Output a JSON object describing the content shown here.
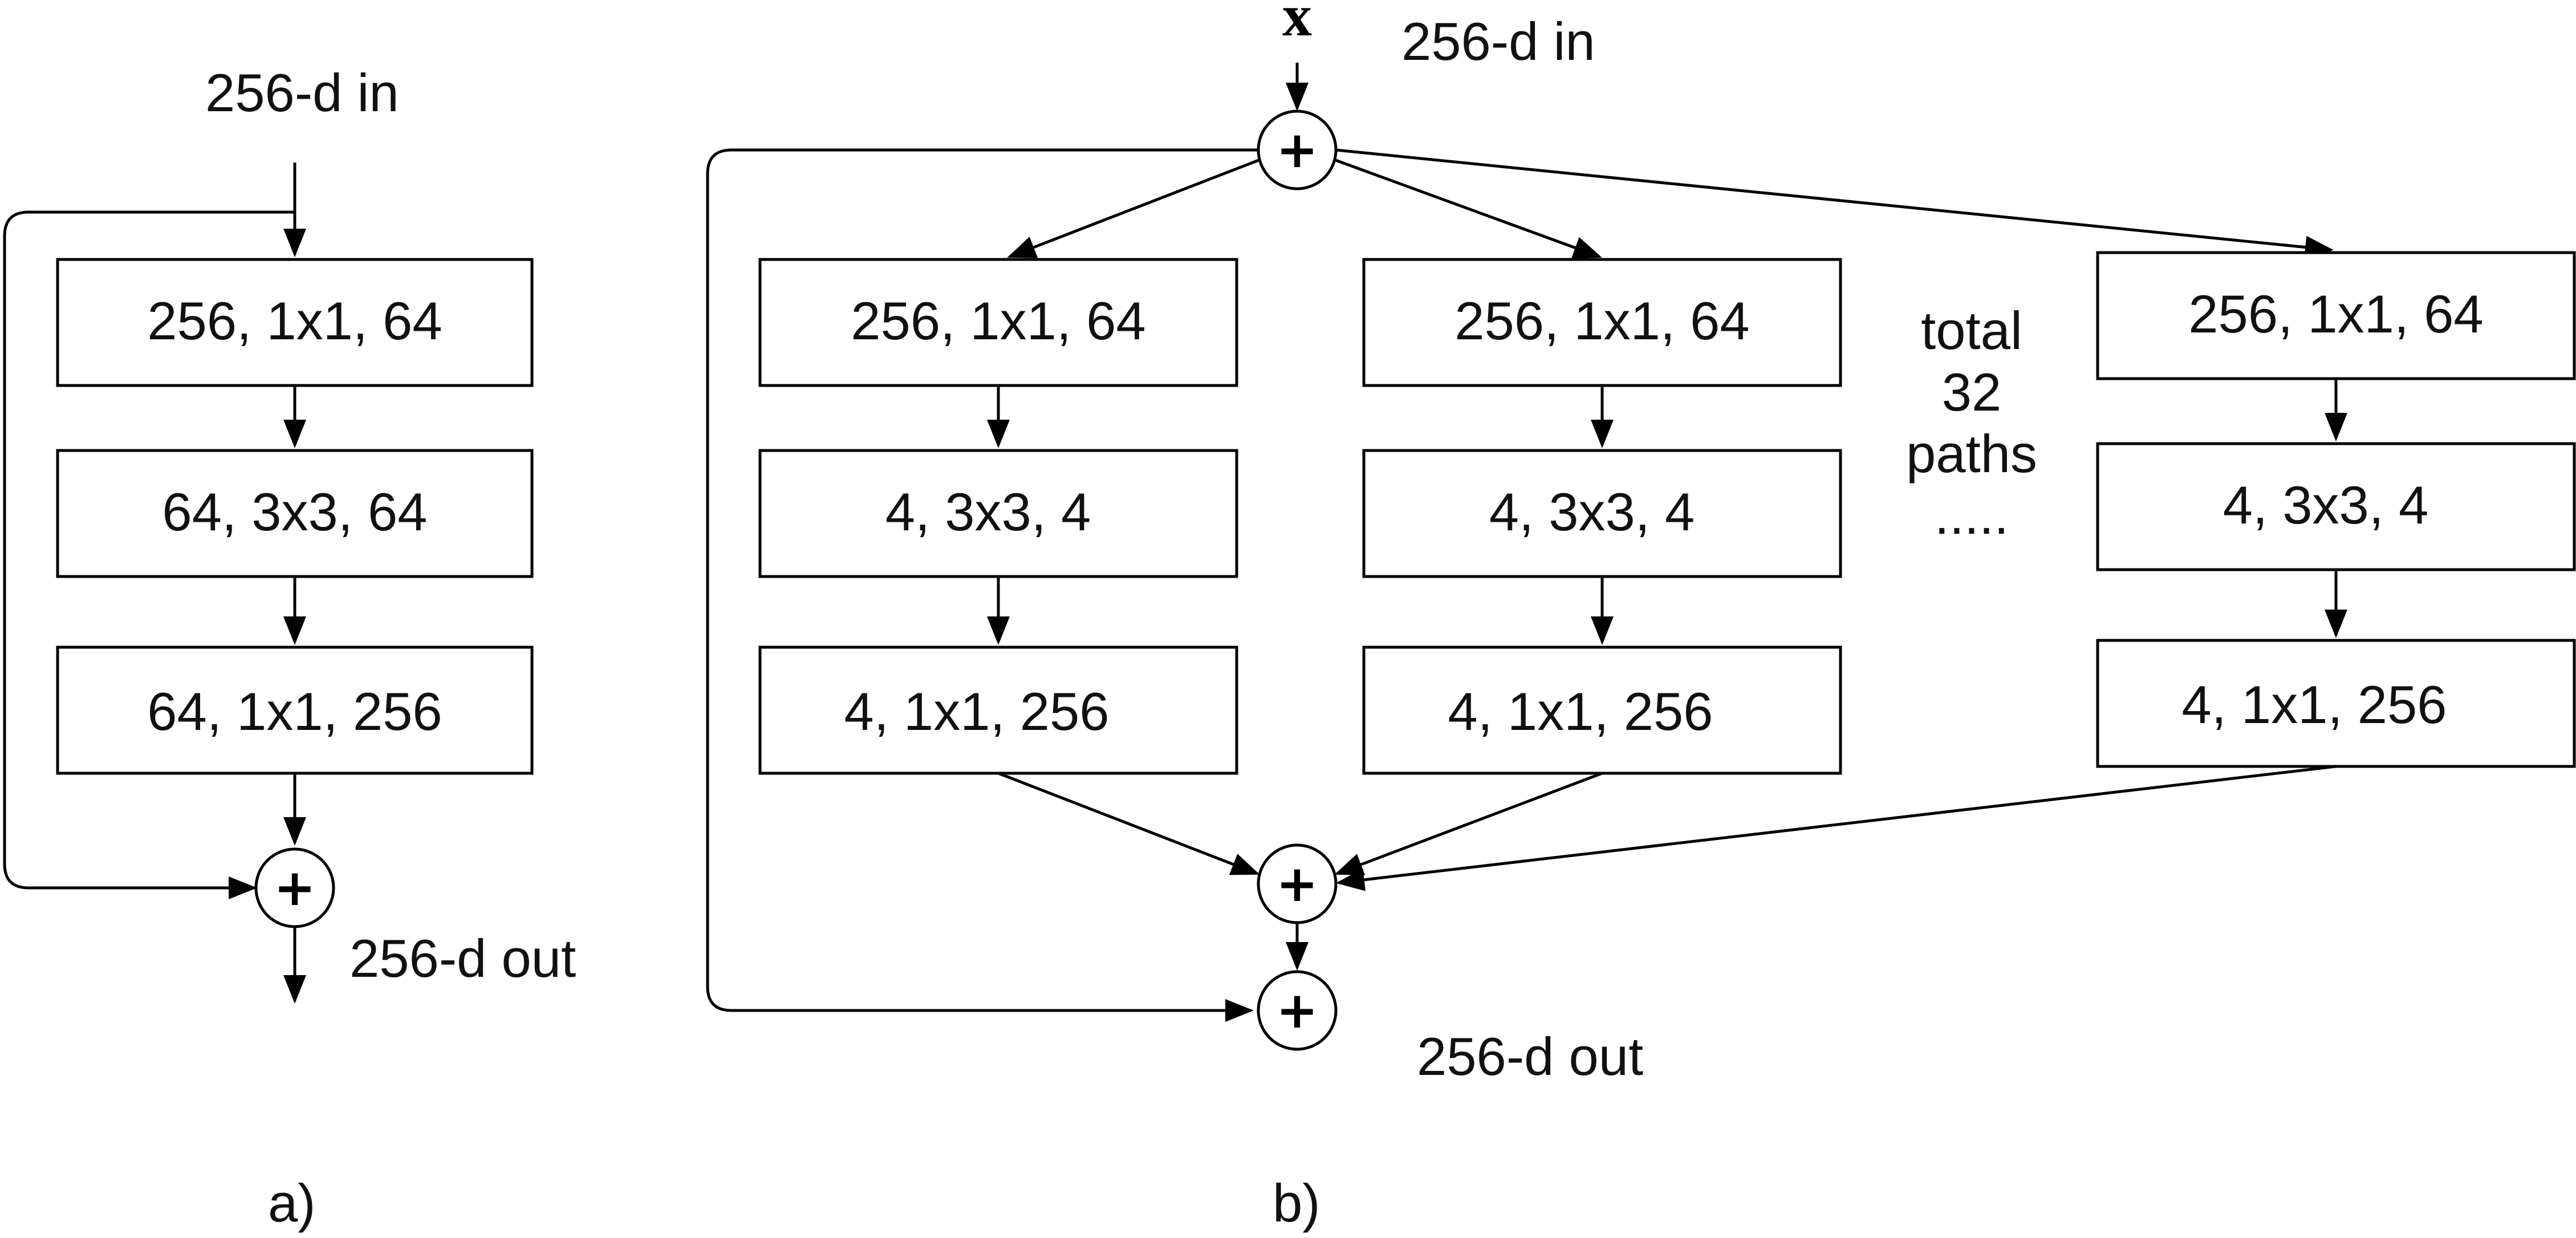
{
  "diagram_a": {
    "caption": "a)",
    "input_label": "256-d in",
    "output_label": "256-d out",
    "blocks": [
      "256, 1x1, 64",
      "64, 3x3, 64",
      "64, 1x1, 256"
    ],
    "sum_symbol": "+"
  },
  "diagram_b": {
    "caption": "b)",
    "input_symbol": "x",
    "input_label": "256-d in",
    "output_label": "256-d out",
    "path_blocks": [
      "256, 1x1, 64",
      "4, 3x3, 4",
      "4, 1x1, 256"
    ],
    "paths_note": [
      "total",
      "32",
      "paths",
      "....."
    ],
    "sum_symbol": "+"
  },
  "colors": {
    "stroke": "#000000",
    "fill": "#ffffff",
    "text": "#111111"
  }
}
